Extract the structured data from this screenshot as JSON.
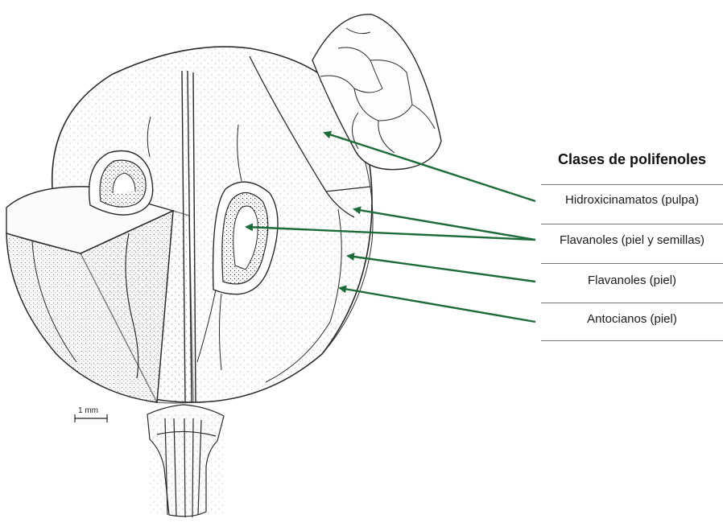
{
  "legend": {
    "title": "Clases de polifenoles",
    "items": [
      {
        "label": "Hidroxicinamatos (pulpa)"
      },
      {
        "label": "Flavanoles (piel y semillas)"
      },
      {
        "label": "Flavanoles (piel)"
      },
      {
        "label": "Antocianos (piel)"
      }
    ]
  },
  "scale_bar": {
    "label": "1 mm"
  },
  "colors": {
    "arrow": "#1e6b3a",
    "line_art": "#2a2a2a",
    "rule": "#777777"
  }
}
